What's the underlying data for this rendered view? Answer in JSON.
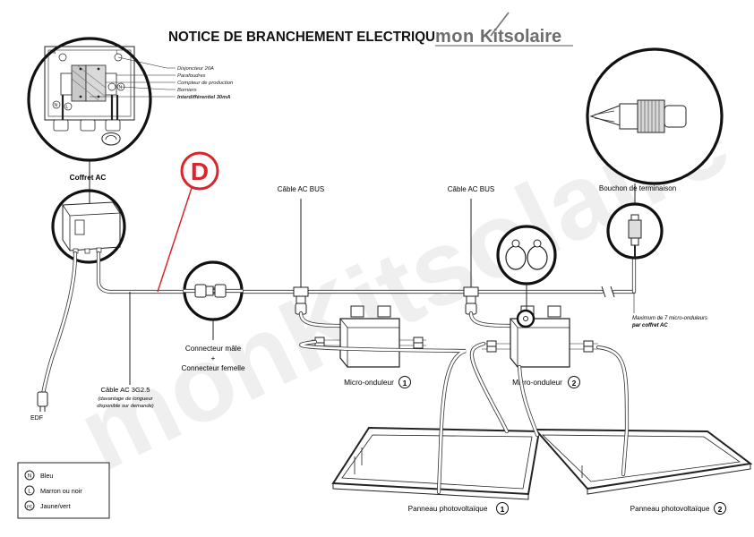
{
  "header": {
    "title": "NOTICE DE BRANCHEMENT ELECTRIQU",
    "brand_a": "mon",
    "brand_b": "Kitsolaire"
  },
  "badge": {
    "letter": "D",
    "color": "#d8262c"
  },
  "watermark": "monKitsolaire",
  "coffret": {
    "label": "Coffret AC",
    "terminals": [
      "N",
      "L",
      "N",
      "L",
      "N"
    ],
    "legend": [
      "Disjoncteur 20A",
      "Parafoudres",
      "Compteur de production",
      "Borniers",
      "Interdifférentiel 30mA"
    ]
  },
  "labels": {
    "cable_bus_1": "Câble AC BUS",
    "cable_bus_2": "Câble AC BUS",
    "bouchon": "Bouchon de terminaison",
    "connecteur_1": "Connecteur mâle",
    "connecteur_plus": "+",
    "connecteur_2": "Connecteur femelle",
    "cable_ac": "Câble AC 3G2.5",
    "cable_ac_note_1": "(davantage de longueur",
    "cable_ac_note_2": "disponible sur demande)",
    "edf": "EDF",
    "max_1": "Maximum de 7 micro-onduleurs",
    "max_2": "par coffret AC",
    "micro": "Micro-onduleur",
    "micro_1_num": "1",
    "micro_2_num": "2",
    "panneau": "Panneau photovoltaïque",
    "panneau_1_num": "1",
    "panneau_2_num": "2"
  },
  "legend_box": [
    {
      "symbol": "N",
      "text": "Bleu"
    },
    {
      "symbol": "L",
      "text": "Marron ou noir"
    },
    {
      "symbol": "PE",
      "text": "Jaune/vert"
    }
  ],
  "colors": {
    "accent": "#d8262c",
    "line": "#222222",
    "watermark": "#eeeeee"
  },
  "icons": [
    "breaker-box-icon",
    "ac-plug-icon",
    "male-female-connector-icon",
    "t-connector-icon",
    "microinverter-icon",
    "termination-cap-icon",
    "cable-ring-icon",
    "solar-panel-icon"
  ]
}
